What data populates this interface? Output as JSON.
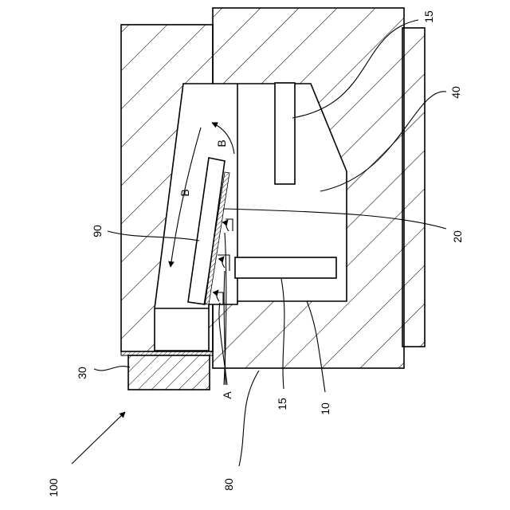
{
  "labels": {
    "l100": "100",
    "l80": "80",
    "l30": "30",
    "l90": "90",
    "lA": "A",
    "l15_bottom": "15",
    "l10": "10",
    "l20": "20",
    "l40": "40",
    "l15_top": "15",
    "lB_left": "B",
    "lB_right": "B"
  }
}
